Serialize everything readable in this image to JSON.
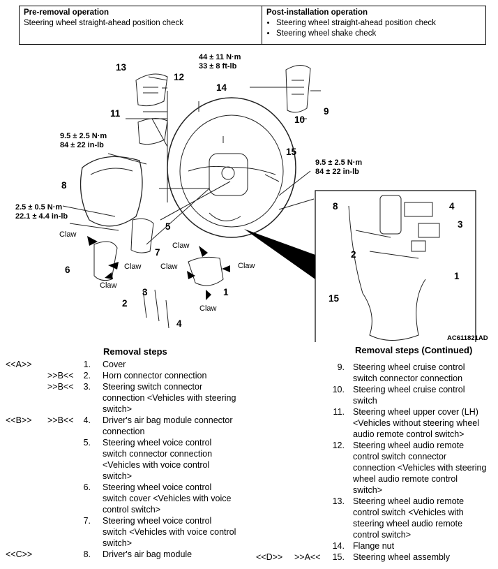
{
  "operations": {
    "pre": {
      "heading": "Pre-removal operation",
      "items": [
        "Steering wheel straight-ahead position check"
      ]
    },
    "post": {
      "heading": "Post-installation operation",
      "items": [
        "Steering wheel straight-ahead position check",
        "Steering wheel shake check"
      ]
    }
  },
  "figure": {
    "callouts": [
      "13",
      "12",
      "11",
      "14",
      "10",
      "9",
      "15",
      "8",
      "5",
      "7",
      "6",
      "1",
      "2",
      "3",
      "4"
    ],
    "inset_callouts": [
      "8",
      "4",
      "3",
      "2",
      "1",
      "15"
    ],
    "torques": {
      "t14": [
        "44 ± 11 N·m",
        "33 ± 8 ft-lb"
      ],
      "t_upper": [
        "9.5 ± 2.5 N·m",
        "84 ± 22 in-lb"
      ],
      "t_right": [
        "9.5 ± 2.5 N·m",
        "84 ± 22 in-lb"
      ],
      "t_left": [
        "2.5 ± 0.5 N·m",
        "22.1 ± 4.4 in-lb"
      ]
    },
    "claw_label": "Claw",
    "code": "AC611821AD"
  },
  "removal_left": {
    "title": "Removal steps",
    "steps": [
      {
        "m1": "<<A>>",
        "m2": "",
        "num": "1.",
        "lines": [
          "Cover"
        ]
      },
      {
        "m1": "",
        "m2": ">>B<<",
        "num": "2.",
        "lines": [
          "Horn connector connection"
        ]
      },
      {
        "m1": "",
        "m2": ">>B<<",
        "num": "3.",
        "lines": [
          "Steering switch connector",
          "connection <Vehicles with steering",
          "switch>"
        ]
      },
      {
        "m1": "<<B>>",
        "m2": ">>B<<",
        "num": "4.",
        "lines": [
          "Driver's air bag module connector",
          "connection"
        ]
      },
      {
        "m1": "",
        "m2": "",
        "num": "5.",
        "lines": [
          "Steering wheel voice control",
          "switch connector connection",
          "<Vehicles with voice control",
          "switch>"
        ]
      },
      {
        "m1": "",
        "m2": "",
        "num": "6.",
        "lines": [
          "Steering wheel voice control",
          "switch cover <Vehicles with voice",
          "control switch>"
        ]
      },
      {
        "m1": "",
        "m2": "",
        "num": "7.",
        "lines": [
          "Steering wheel voice control",
          "switch <Vehicles with voice control",
          "switch>"
        ]
      },
      {
        "m1": "<<C>>",
        "m2": "",
        "num": "8.",
        "lines": [
          "Driver's air bag module"
        ]
      }
    ]
  },
  "removal_right": {
    "title": "Removal steps (Continued)",
    "steps": [
      {
        "m1": "",
        "m2": "",
        "num": "9.",
        "lines": [
          "Steering wheel cruise control",
          "switch connector connection"
        ]
      },
      {
        "m1": "",
        "m2": "",
        "num": "10.",
        "lines": [
          "Steering wheel cruise control",
          "switch"
        ]
      },
      {
        "m1": "",
        "m2": "",
        "num": "11.",
        "lines": [
          "Steering wheel upper cover (LH)",
          "<Vehicles without steering wheel",
          "audio remote control switch>"
        ]
      },
      {
        "m1": "",
        "m2": "",
        "num": "12.",
        "lines": [
          "Steering wheel audio remote",
          "control switch connector",
          "connection <Vehicles with steering",
          "wheel audio remote control",
          "switch>"
        ]
      },
      {
        "m1": "",
        "m2": "",
        "num": "13.",
        "lines": [
          "Steering wheel audio remote",
          "control switch <Vehicles with",
          "steering wheel audio remote",
          "control switch>"
        ]
      },
      {
        "m1": "",
        "m2": "",
        "num": "14.",
        "lines": [
          "Flange nut"
        ]
      },
      {
        "m1": "<<D>>",
        "m2": ">>A<<",
        "num": "15.",
        "lines": [
          "Steering wheel assembly"
        ]
      }
    ]
  }
}
